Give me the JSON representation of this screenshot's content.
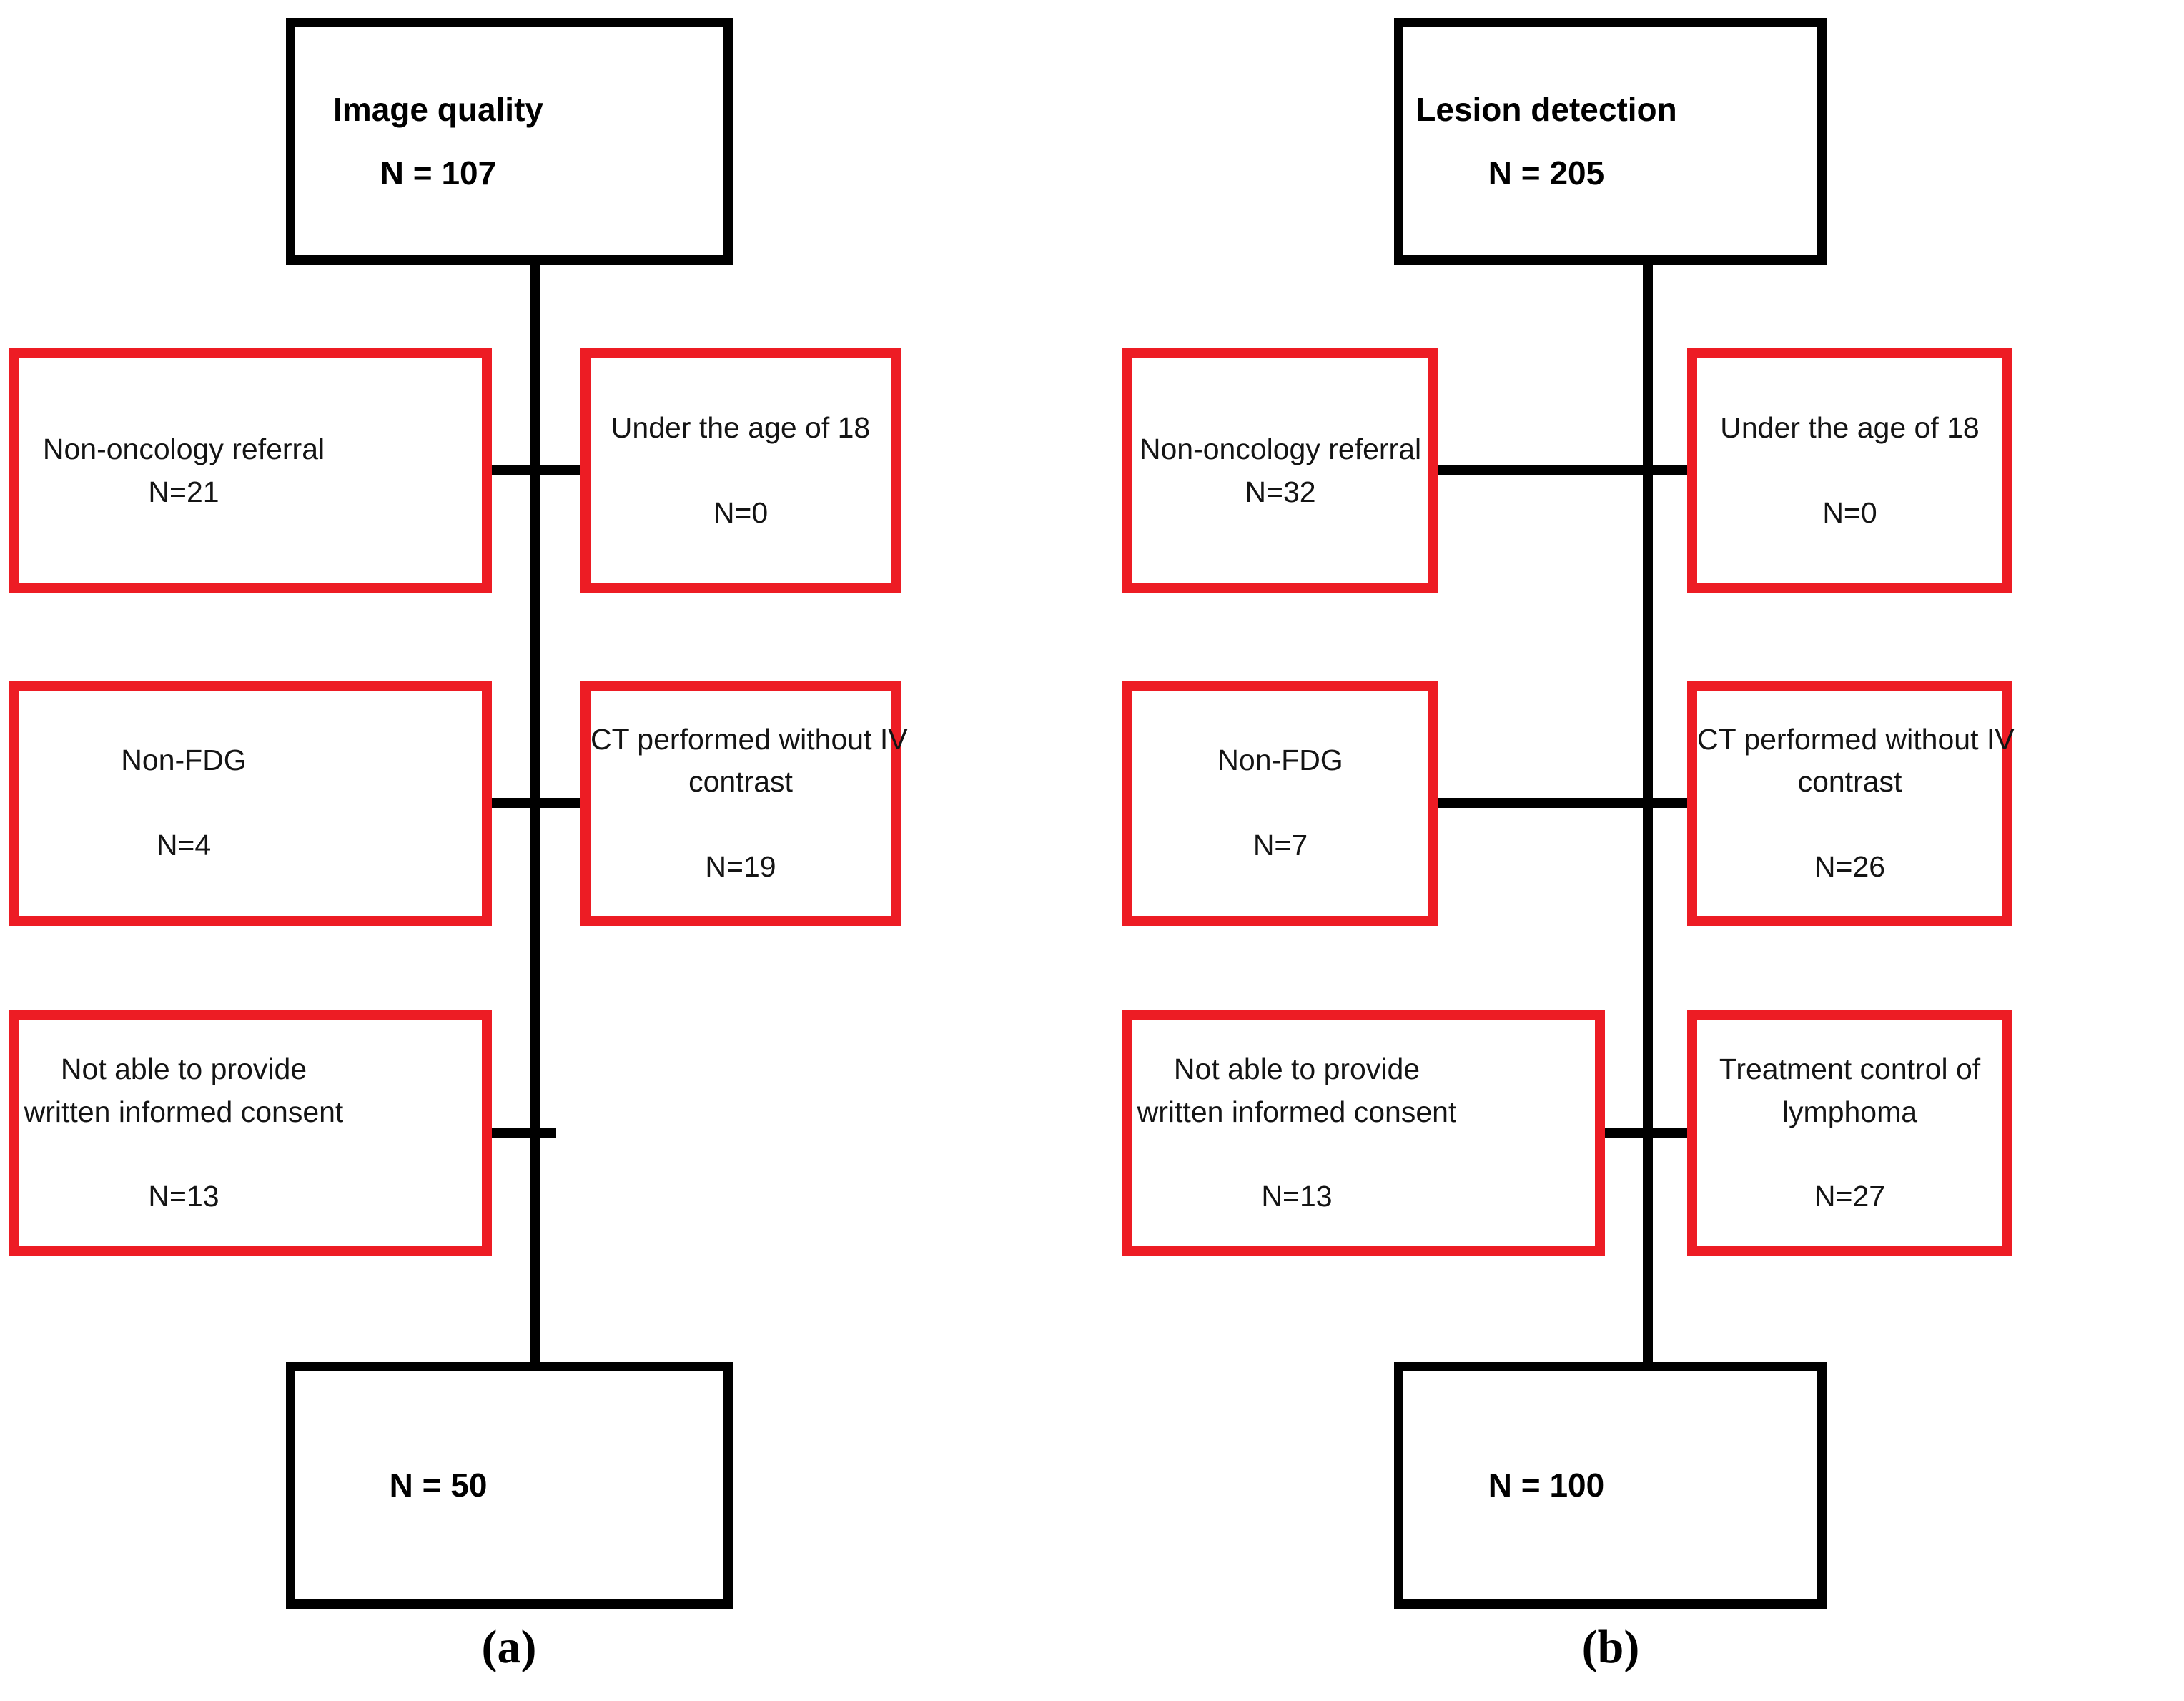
{
  "figure": {
    "background": "#ffffff",
    "flow_line_color": "#000000",
    "main_box_border_color": "#000000",
    "exclusion_box_border_color": "#ed1c24",
    "panels": [
      {
        "label": "(a)",
        "top_box": {
          "title": "Image quality",
          "count": "N = 107"
        },
        "exclusions": {
          "row1_left": {
            "lines": [
              "Non-oncology referral",
              "N=21"
            ]
          },
          "row1_right": {
            "lines": [
              "Under the age of 18",
              "",
              "N=0"
            ]
          },
          "row2_left": {
            "lines": [
              "Non-FDG",
              "",
              "N=4"
            ]
          },
          "row2_right": {
            "lines": [
              "CT performed without IV",
              "contrast",
              "",
              "N=19"
            ]
          },
          "row3_left": {
            "lines": [
              "Not able to provide",
              "written informed consent",
              "",
              "N=13"
            ]
          }
        },
        "bottom_box": {
          "count": "N = 50"
        }
      },
      {
        "label": "(b)",
        "top_box": {
          "title": "Lesion detection",
          "count": "N = 205"
        },
        "exclusions": {
          "row1_left": {
            "lines": [
              "Non-oncology referral",
              "N=32"
            ]
          },
          "row1_right": {
            "lines": [
              "Under the age of 18",
              "",
              "N=0"
            ]
          },
          "row2_left": {
            "lines": [
              "Non-FDG",
              "",
              "N=7"
            ]
          },
          "row2_right": {
            "lines": [
              "CT performed without IV",
              "contrast",
              "",
              "N=26"
            ]
          },
          "row3_left": {
            "lines": [
              "Not able to provide",
              "written informed consent",
              "",
              "N=13"
            ]
          },
          "row3_right": {
            "lines": [
              "Treatment control of",
              "lymphoma",
              "",
              "N=27"
            ]
          }
        },
        "bottom_box": {
          "count": "N = 100"
        }
      }
    ]
  }
}
